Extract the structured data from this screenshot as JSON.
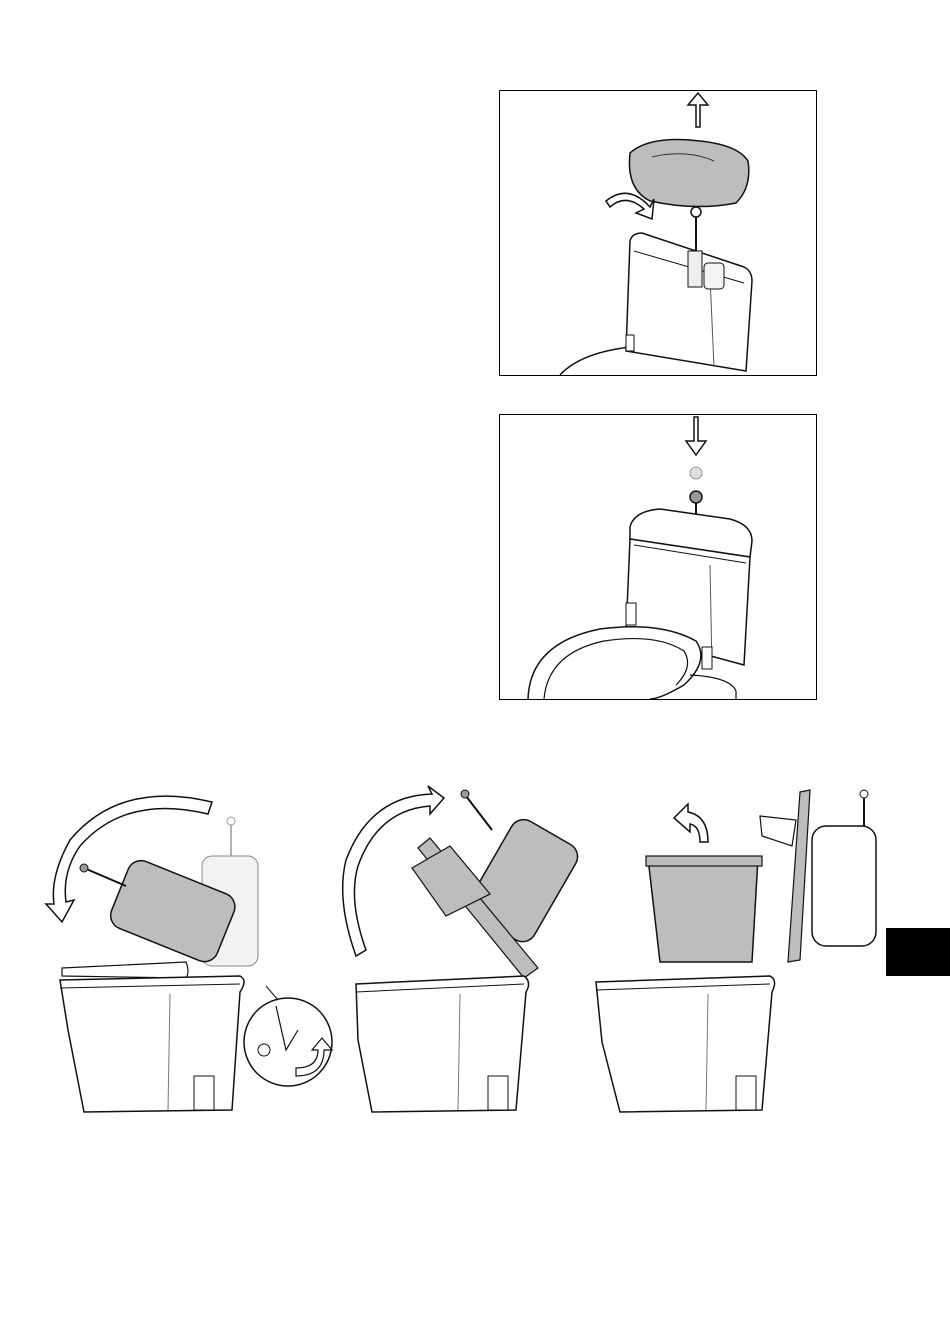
{
  "page": {
    "figures": [
      {
        "name": "remove-cistern-lid",
        "arrow": "up"
      },
      {
        "name": "refit-cistern-lid",
        "arrow": "down"
      },
      {
        "name": "tilt-toilet-assembly",
        "steps": 3
      }
    ],
    "section_tab": {
      "color": "#000000"
    }
  },
  "colors": {
    "line": "#111111",
    "fill_gray": "#bdbdbd",
    "fill_light": "#e6e6e6",
    "tab": "#000000"
  }
}
